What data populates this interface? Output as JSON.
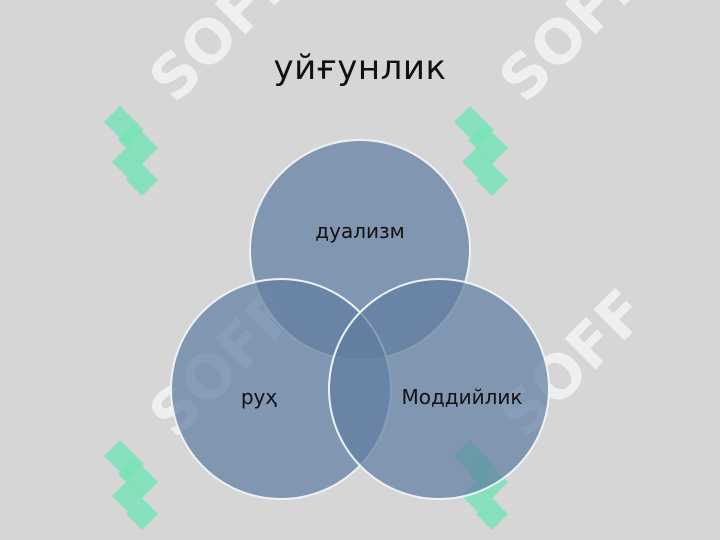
{
  "slide": {
    "title": "уйғунлик"
  },
  "diagram": {
    "type": "venn",
    "sets": [
      {
        "id": "top",
        "label": "дуализм"
      },
      {
        "id": "left",
        "label": "руҳ"
      },
      {
        "id": "right",
        "label": "Моддийлик"
      }
    ]
  },
  "colors": {
    "background": "#d6d6d6",
    "circle_fill": "#6a86a8",
    "circle_stroke": "#e3e8ef",
    "text": "#111111",
    "watermark_green": "#79e3b7",
    "watermark_white": "#ffffff"
  },
  "watermark": {
    "text": "SOFF",
    "icon": "ss-logo-icon"
  }
}
